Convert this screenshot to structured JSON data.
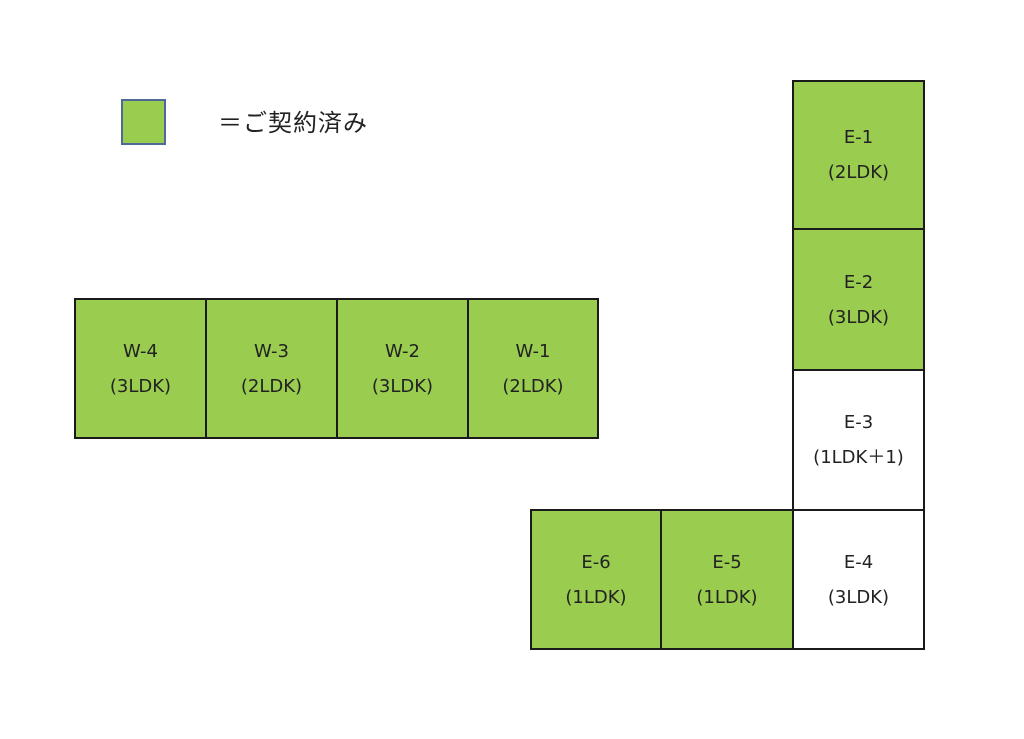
{
  "legend": {
    "label": "＝ご契約済み",
    "color": "#99cc4f"
  },
  "colors": {
    "contracted": "#99cc4f",
    "available": "#ffffff",
    "border": "#1a1a1a"
  },
  "units": [
    {
      "id": "W-4",
      "type": "(3LDK)",
      "contracted": true
    },
    {
      "id": "W-3",
      "type": "(2LDK)",
      "contracted": true
    },
    {
      "id": "W-2",
      "type": "(3LDK)",
      "contracted": true
    },
    {
      "id": "W-1",
      "type": "(2LDK)",
      "contracted": true
    },
    {
      "id": "E-1",
      "type": "(2LDK)",
      "contracted": true
    },
    {
      "id": "E-2",
      "type": "(3LDK)",
      "contracted": true
    },
    {
      "id": "E-3",
      "type": "(1LDK＋1)",
      "contracted": false
    },
    {
      "id": "E-4",
      "type": "(3LDK)",
      "contracted": false
    },
    {
      "id": "E-5",
      "type": "(1LDK)",
      "contracted": true
    },
    {
      "id": "E-6",
      "type": "(1LDK)",
      "contracted": true
    }
  ]
}
